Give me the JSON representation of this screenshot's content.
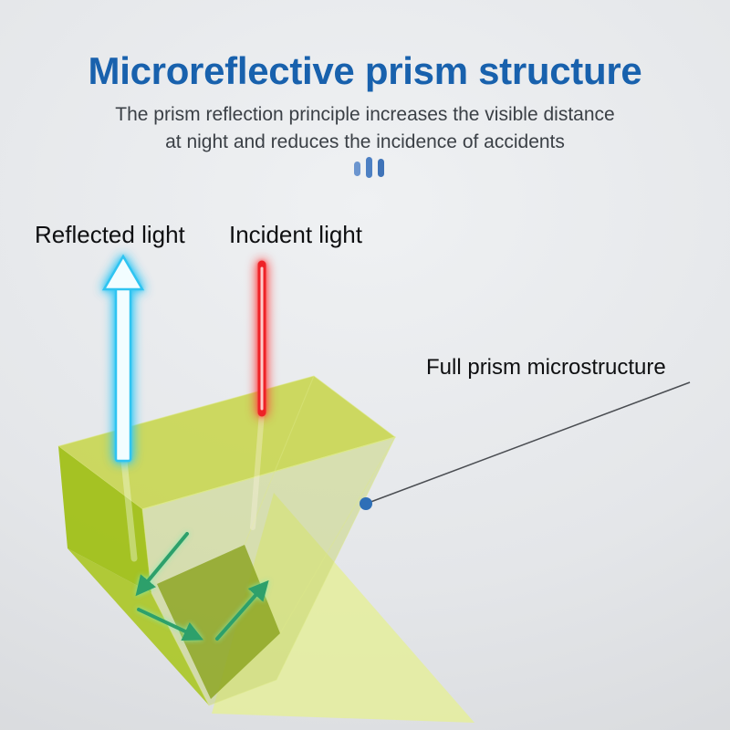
{
  "header": {
    "title": "Microreflective prism structure",
    "subtitle_line1": "The prism reflection principle increases the visible distance",
    "subtitle_line2": "at night and reduces the incidence of accidents"
  },
  "diagram": {
    "reflected_label": "Reflected light",
    "incident_label": "Incident light",
    "full_prism_label": "Full prism microstructure"
  },
  "icons": {
    "divider_dots": "three-vertical-bars",
    "reflected_arrow": "outlined-up-arrow-with-cyan-glow",
    "incident_ray": "vertical-red-glowing-line",
    "bounce_path": "green-reflection-arrows",
    "callout_dot": "blue-circle-marker"
  },
  "colors": {
    "background": "#e4e6e9",
    "title": "#1861ad",
    "subtitle": "#3b4046",
    "label": "#0e0f11",
    "divider_bar_light": "#6b95cf",
    "divider_bar": "#4d80c3",
    "divider_bar_dark": "#3f73b8",
    "reflected_cyan": "#2fc4f1",
    "reflected_fill": "#f2fdff",
    "incident_red": "#ee2227",
    "incident_core": "#ffc9c9",
    "prism_top": "#c9d654",
    "prism_left": "#a2c01c",
    "prism_band": "#a9c51f",
    "prism_front": "#c4d268",
    "prism_groove": "#8aa31d",
    "prism_edge": "#dde98a",
    "beam": "#e4eda0",
    "bounce_arrow": "#2da06b",
    "callout_dot": "#2e6fb7",
    "callout_line": "#4a4d52"
  }
}
